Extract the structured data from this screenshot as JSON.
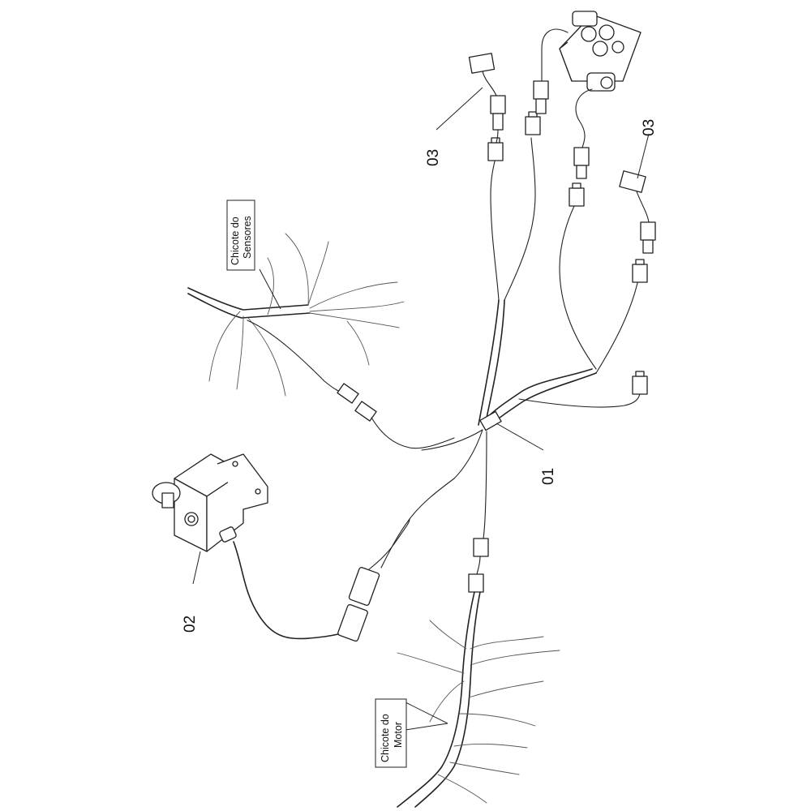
{
  "callouts": {
    "harness": "01",
    "switch": "02",
    "sensor_left": "03",
    "sensor_right": "03"
  },
  "labels": {
    "sensor_harness": [
      "Chicote do",
      "Sensores"
    ],
    "motor_harness": [
      "Chicote do",
      "Motor"
    ]
  }
}
